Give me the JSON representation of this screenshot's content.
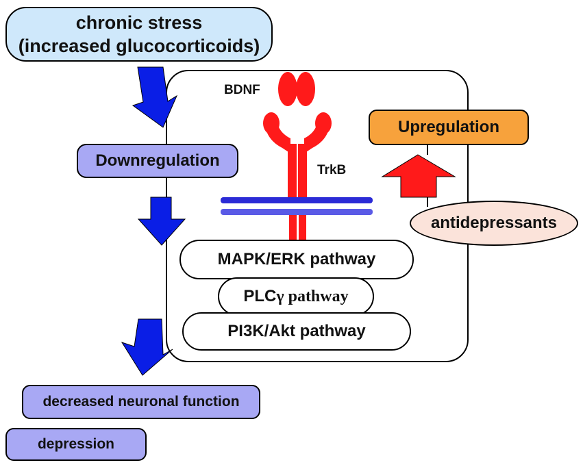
{
  "stress": {
    "line1": "chronic stress",
    "line2": "(increased glucocorticoids)"
  },
  "downregulation": "Downregulation",
  "upregulation": "Upregulation",
  "antidepressants": "antidepressants",
  "bdnf": "BDNF",
  "trkb": "TrkB",
  "pathways": {
    "mapk": "MAPK/ERK pathway",
    "plc_prefix": "PLC",
    "plc_gamma": "γ",
    "plc_suffix": " pathway",
    "pi3k": "PI3K/Akt pathway"
  },
  "outcome": {
    "neuronal": "decreased neuronal function",
    "depression": "depression"
  },
  "colors": {
    "stress_fill": "#cfe8fb",
    "lavender": "#a8a8f4",
    "orange": "#f7a23c",
    "peach": "#fbe3da",
    "arrow_blue": "#0a1ee6",
    "arrow_red": "#ff1a1a",
    "membrane": "#2b2bd6"
  }
}
